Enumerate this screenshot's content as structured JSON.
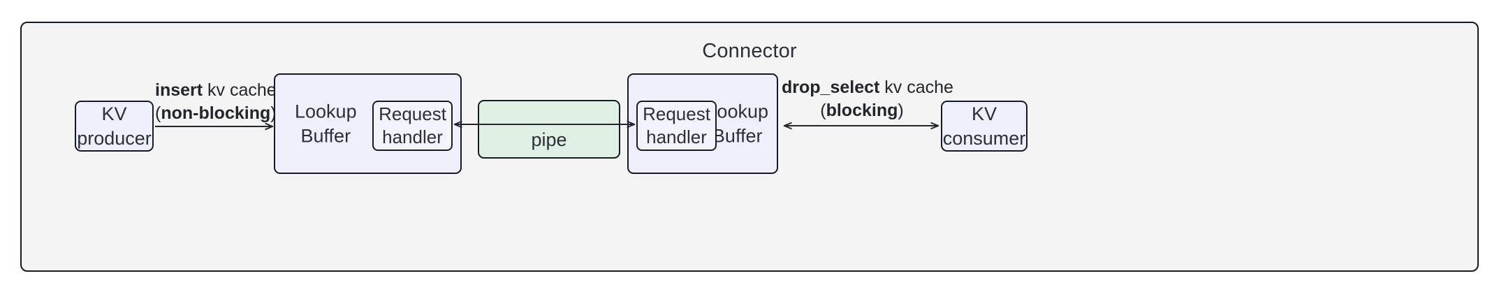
{
  "diagram": {
    "title": "Connector",
    "nodes": {
      "kv_producer": "KV\nproducer",
      "kv_producer_line1": "KV",
      "kv_producer_line2": "producer",
      "kv_consumer_line1": "KV",
      "kv_consumer_line2": "consumer",
      "lookup_buffer_left_line1": "Lookup",
      "lookup_buffer_left_line2": "Buffer",
      "lookup_buffer_right_line1": "Lookup",
      "lookup_buffer_right_line2": "Buffer",
      "request_handler_left_line1": "Request",
      "request_handler_left_line2": "handler",
      "request_handler_right_line1": "Request",
      "request_handler_right_line2": "handler",
      "pipe": "pipe"
    },
    "edges": {
      "insert": {
        "bold1": "insert",
        "plain1": " kv cache",
        "open_paren": "(",
        "bold2": "non-blocking",
        "close_paren": ")",
        "direction": "right"
      },
      "drop_select": {
        "bold1": "drop_select",
        "plain1": " kv cache",
        "open_paren": "(",
        "bold2": "blocking",
        "close_paren": ")",
        "direction": "both"
      },
      "pipe_edge": {
        "direction": "both"
      }
    },
    "colors": {
      "container_fill": "#f4f4f4",
      "node_fill": "#edf0fb",
      "pipe_fill": "#e1f0e4",
      "stroke": "#151b23",
      "text": "#2a2f3a"
    }
  }
}
